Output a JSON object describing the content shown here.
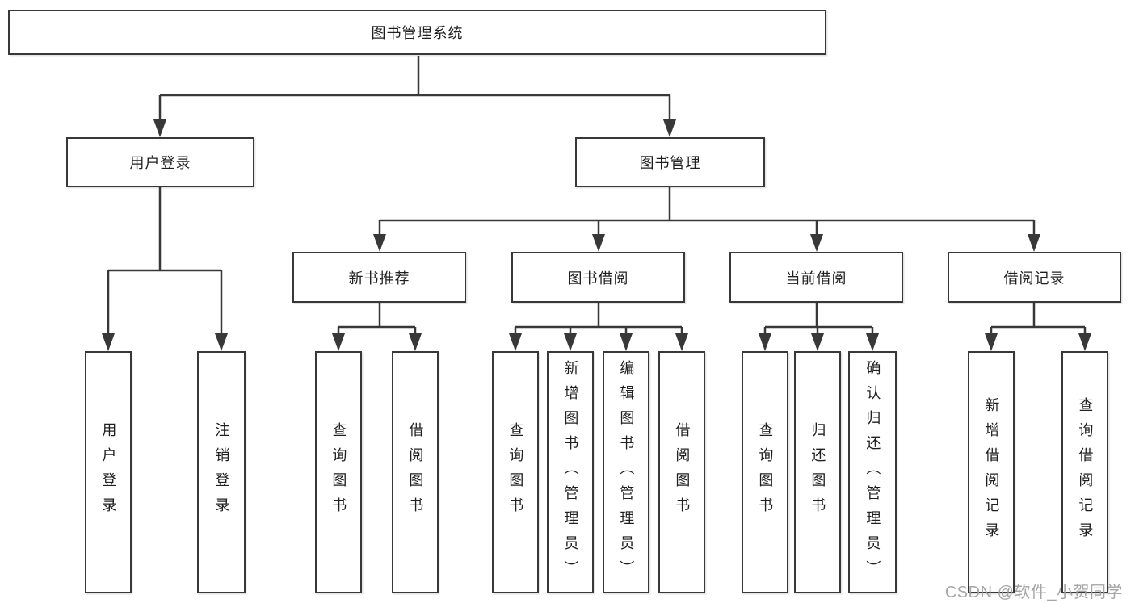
{
  "diagram": {
    "root": {
      "label": "图书管理系统"
    },
    "level2": [
      {
        "label": "用户登录"
      },
      {
        "label": "图书管理"
      }
    ],
    "level3": [
      {
        "label": "新书推荐",
        "parent": "图书管理"
      },
      {
        "label": "图书借阅",
        "parent": "图书管理"
      },
      {
        "label": "当前借阅",
        "parent": "图书管理"
      },
      {
        "label": "借阅记录",
        "parent": "图书管理"
      }
    ],
    "leaves": [
      {
        "label": "用户登录",
        "parent": "用户登录"
      },
      {
        "label": "注销登录",
        "parent": "用户登录"
      },
      {
        "label": "查询图书",
        "parent": "新书推荐"
      },
      {
        "label": "借阅图书",
        "parent": "新书推荐"
      },
      {
        "label": "查询图书",
        "parent": "图书借阅"
      },
      {
        "label": "新增图书（管理员）",
        "parent": "图书借阅"
      },
      {
        "label": "编辑图书（管理员）",
        "parent": "图书借阅"
      },
      {
        "label": "借阅图书",
        "parent": "图书借阅"
      },
      {
        "label": "查询图书",
        "parent": "当前借阅"
      },
      {
        "label": "归还图书",
        "parent": "当前借阅"
      },
      {
        "label": "确认归还（管理员）",
        "parent": "当前借阅"
      },
      {
        "label": "新增借阅记录",
        "parent": "借阅记录"
      },
      {
        "label": "查询借阅记录",
        "parent": "借阅记录"
      }
    ]
  },
  "watermark": {
    "text": "CSDN @软件_小贺同学"
  },
  "colors": {
    "line": "#383838",
    "box_border": "#383838",
    "box_fill": "#ffffff",
    "text": "#1f1f1f",
    "watermark": "#9e9e9e"
  }
}
